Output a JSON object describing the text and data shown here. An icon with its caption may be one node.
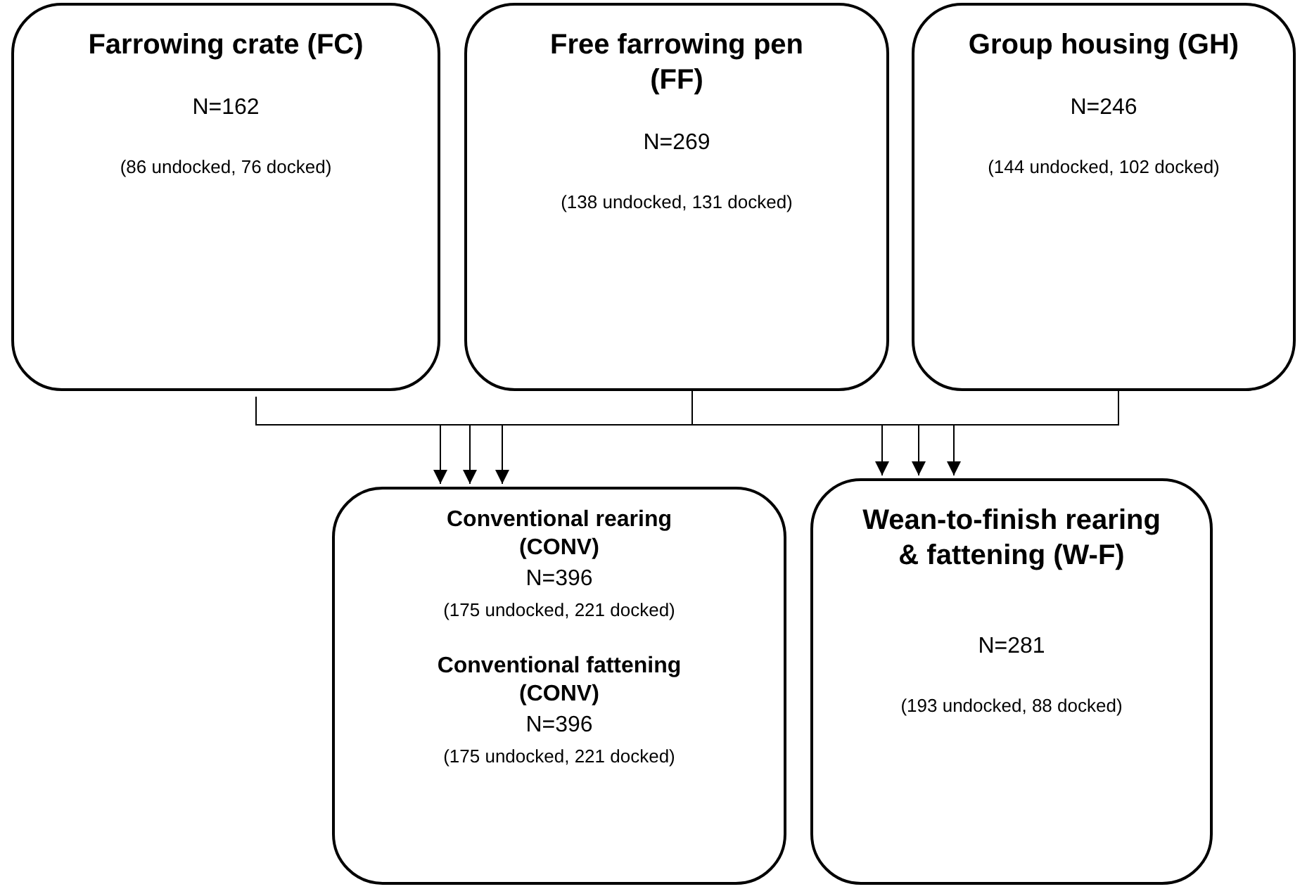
{
  "diagram": {
    "nodes": [
      {
        "text": [
          "Farrowing crate (FC)",
          "N=162",
          "(86 undocked, 76 docked)"
        ]
      },
      {
        "text": [
          "Free farrowing pen (FF)",
          "N=269",
          "(138 undocked, 131 docked)"
        ]
      },
      {
        "text": [
          "Group housing (GH)",
          "N=246",
          "(144 undocked, 102 docked)"
        ]
      },
      {
        "text": [
          "Conventional rearing (CONV)",
          "N=396",
          "(175 undocked, 221 docked)",
          "Conventional fattening (CONV)",
          "N=396",
          "(175 undocked, 221 docked)"
        ]
      },
      {
        "text": [
          "Wean-to-finish rearing & fattening (W-F)",
          "N=281",
          "(193 undocked, 88 docked)"
        ]
      }
    ],
    "edges": [
      {
        "from": 0,
        "to": 3,
        "arrow": "to"
      },
      {
        "from": 1,
        "to": 3,
        "arrow": "to"
      },
      {
        "from": 2,
        "to": 3,
        "arrow": "to"
      },
      {
        "from": 0,
        "to": 4,
        "arrow": "to"
      },
      {
        "from": 1,
        "to": 4,
        "arrow": "to"
      },
      {
        "from": 2,
        "to": 4,
        "arrow": "to"
      }
    ]
  }
}
